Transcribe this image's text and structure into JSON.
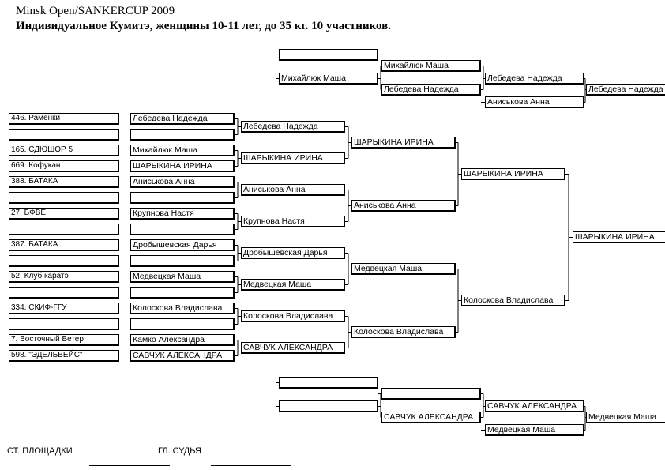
{
  "header": {
    "title": "Minsk Open/SANKERCUP 2009",
    "subtitle": "Индивидуальное Кумитэ, женщины 10-11 лет, до  35 кг. 10 участников."
  },
  "clubs": [
    "446. Раменки",
    "",
    "165. СДЮШОР 5",
    "669. Кофукан",
    "388. БАТАКА",
    "",
    "27. БФВЕ",
    "",
    "387. БАТАКА",
    "",
    "52. Клуб каратэ",
    "",
    "334. СКИФ-ГГУ",
    "",
    "7. Восточный Ветер",
    "598. \"ЭДЕЛЬВЕЙС\""
  ],
  "round1": [
    "Лебедева Надежда",
    "",
    "Михайлюк Маша",
    "ШАРЫКИНА ИРИНА",
    "Аниськова Анна",
    "",
    "Крупнова Настя",
    "",
    "Дробышевская Дарья",
    "",
    "Медвецкая Маша",
    "",
    "Колоскова Владислава",
    "",
    "Камко Александра",
    "САВЧУК АЛЕКСАНДРА"
  ],
  "round2": [
    "Лебедева Надежда",
    "ШАРЫКИНА ИРИНА",
    "Аниськова Анна",
    "Крупнова Настя",
    "Дробышевская Дарья",
    "Медвецкая Маша",
    "Колоскова Владислава",
    "САВЧУК АЛЕКСАНДРА"
  ],
  "round3": [
    "ШАРЫКИНА ИРИНА",
    "Аниськова Анна",
    "Медвецкая Маша",
    "Колоскова Владислава"
  ],
  "round4": [
    "ШАРЫКИНА ИРИНА",
    "Колоскова Владислава"
  ],
  "final": "ШАРЫКИНА ИРИНА",
  "repechage_top": {
    "r1": [
      "",
      "Михайлюк Маша"
    ],
    "r2": [
      "Михайлюк Маша",
      "Лебедева Надежда"
    ],
    "r3": [
      "Лебедева Надежда",
      "Аниськова Анна"
    ],
    "r4": "Лебедева Надежда"
  },
  "repechage_bottom": {
    "r1": [
      "",
      ""
    ],
    "r2": [
      "",
      "САВЧУК АЛЕКСАНДРА"
    ],
    "r3": [
      "САВЧУК АЛЕКСАНДРА",
      "Медвецкая Маша"
    ],
    "r4": "Медвецкая Маша"
  },
  "footer": {
    "site_chief": "СТ. ПЛОЩАДКИ",
    "head_judge": "ГЛ. СУДЬЯ"
  }
}
